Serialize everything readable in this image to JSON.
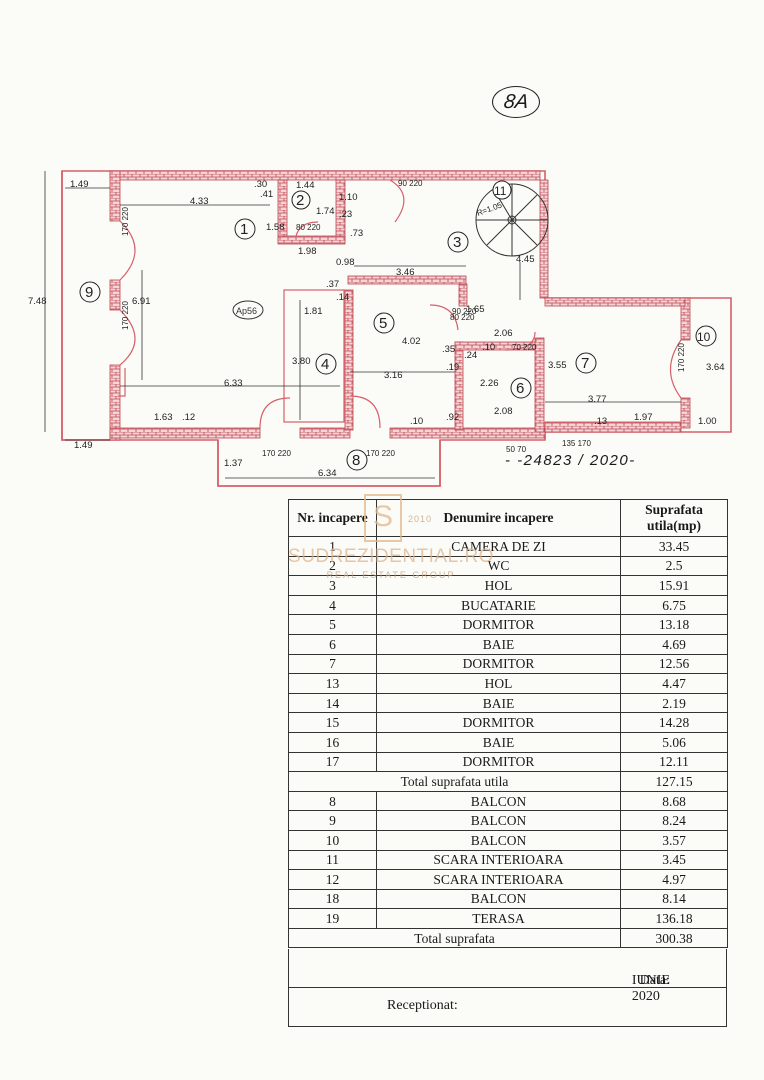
{
  "plan": {
    "page_id": "8A",
    "registration": "- -24823 / 2020-",
    "apartment": "Ap56",
    "dimensions": [
      "1.49",
      "4.33",
      ".30",
      ".41",
      "1.44",
      "1.74",
      "1.10",
      ".23",
      "1.58",
      "1.98",
      ".73",
      "0.98",
      "3.46",
      "4.45",
      "7.48",
      "6.91",
      "1.81",
      ".37",
      ".14",
      "4.02",
      "1.65",
      "3.80",
      "2.06",
      "3.16",
      ".35",
      ".19",
      ".24",
      ".10",
      "2.26",
      "3.55",
      "3.64",
      "6.33",
      "1.63",
      ".12",
      ".10",
      ".92",
      "2.08",
      "3.77",
      ".13",
      "1.97",
      "1.00",
      "1.49",
      "1.37",
      "6.34",
      "R=1.05"
    ],
    "room_markers": [
      "1",
      "2",
      "3",
      "4",
      "5",
      "6",
      "7",
      "8",
      "9",
      "10",
      "11"
    ],
    "door_marks": [
      "170 220",
      "170 220",
      "80 220",
      "90 220",
      "90 220",
      "70 220",
      "170 220",
      "170 220",
      "80 220",
      "170 220",
      "50 70",
      "135 170"
    ]
  },
  "brand": {
    "year": "2010",
    "name": "SUDREZIDENTIAL.RO",
    "tagline": "REAL ESTATE GROUP",
    "monogram": "S"
  },
  "table": {
    "headers": {
      "nr": "Nr. incapere",
      "name": "Denumire incapere",
      "area": "Suprafata utila(mp)"
    },
    "rows": [
      {
        "nr": "1",
        "name": "CAMERA DE ZI",
        "area": "33.45"
      },
      {
        "nr": "2",
        "name": "WC",
        "area": "2.5"
      },
      {
        "nr": "3",
        "name": "HOL",
        "area": "15.91"
      },
      {
        "nr": "4",
        "name": "BUCATARIE",
        "area": "6.75"
      },
      {
        "nr": "5",
        "name": "DORMITOR",
        "area": "13.18"
      },
      {
        "nr": "6",
        "name": "BAIE",
        "area": "4.69"
      },
      {
        "nr": "7",
        "name": "DORMITOR",
        "area": "12.56"
      },
      {
        "nr": "13",
        "name": "HOL",
        "area": "4.47"
      },
      {
        "nr": "14",
        "name": "BAIE",
        "area": "2.19"
      },
      {
        "nr": "15",
        "name": "DORMITOR",
        "area": "14.28"
      },
      {
        "nr": "16",
        "name": "BAIE",
        "area": "5.06"
      },
      {
        "nr": "17",
        "name": "DORMITOR",
        "area": "12.11"
      }
    ],
    "total_useful": {
      "label": "Total suprafata utila",
      "area": "127.15"
    },
    "rows2": [
      {
        "nr": "8",
        "name": "BALCON",
        "area": "8.68"
      },
      {
        "nr": "9",
        "name": "BALCON",
        "area": "8.24"
      },
      {
        "nr": "10",
        "name": "BALCON",
        "area": "3.57"
      },
      {
        "nr": "11",
        "name": "SCARA INTERIOARA",
        "area": "3.45"
      },
      {
        "nr": "12",
        "name": "SCARA INTERIOARA",
        "area": "4.97"
      },
      {
        "nr": "18",
        "name": "BALCON",
        "area": "8.14"
      },
      {
        "nr": "19",
        "name": "TERASA",
        "area": "136.18"
      }
    ],
    "total": {
      "label": "Total suprafata",
      "area": "300.38"
    },
    "date_label": "Data:",
    "date_value": "IUNIE 2020",
    "received_label": "Receptionat:"
  },
  "colors": {
    "wall": "#d6606a",
    "brick": "#c0464f",
    "ink": "#1a1a1a",
    "brand": "#e0b48a"
  }
}
